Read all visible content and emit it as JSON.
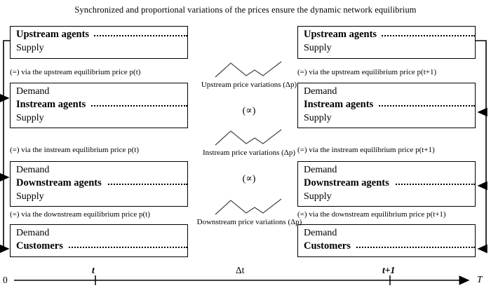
{
  "title": "Synchronized and proportional variations of the prices ensure the dynamic network equilibrium",
  "columns": {
    "left": {
      "time_label": "t",
      "boxes": [
        {
          "name": "upstream",
          "top_row": null,
          "main_label": "Upstream agents",
          "bottom_row": "Supply"
        },
        {
          "name": "instream",
          "top_row": "Demand",
          "main_label": "Instream agents",
          "bottom_row": "Supply"
        },
        {
          "name": "downstream",
          "top_row": "Demand",
          "main_label": "Downstream agents",
          "bottom_row": "Supply"
        },
        {
          "name": "customers",
          "top_row": "Demand",
          "main_label": "Customers",
          "bottom_row": null
        }
      ],
      "notes": [
        "(=) via the upstream equilibrium price p(t)",
        "(=) via the instream equilibrium price p(t)",
        "(=) via the downstream equilibrium price p(t)"
      ]
    },
    "right": {
      "time_label": "t+1",
      "boxes": [
        {
          "name": "upstream",
          "top_row": null,
          "main_label": "Upstream agents",
          "bottom_row": "Supply"
        },
        {
          "name": "instream",
          "top_row": "Demand",
          "main_label": "Instream agents",
          "bottom_row": "Supply"
        },
        {
          "name": "downstream",
          "top_row": "Demand",
          "main_label": "Downstream agents",
          "bottom_row": "Supply"
        },
        {
          "name": "customers",
          "top_row": "Demand",
          "main_label": "Customers",
          "bottom_row": null
        }
      ],
      "notes": [
        "(=) via the upstream equilibrium price p(t+1)",
        "(=) via the instream equilibrium price p(t+1)",
        "(=) via the downstream equilibrium price p(t+1)"
      ]
    }
  },
  "middle": {
    "captions": [
      "Upstream price variations (Δp)",
      "Instream price variations (Δp)",
      "Downstream price variations (Δp)"
    ],
    "proportional_symbols": [
      "(∝)",
      "(∝)"
    ]
  },
  "axis": {
    "origin": "0",
    "end": "T",
    "tick_left": "t",
    "tick_right": "t+1",
    "interval_label": "Δt"
  },
  "colors": {
    "ink": "#000000",
    "paper": "#ffffff"
  }
}
